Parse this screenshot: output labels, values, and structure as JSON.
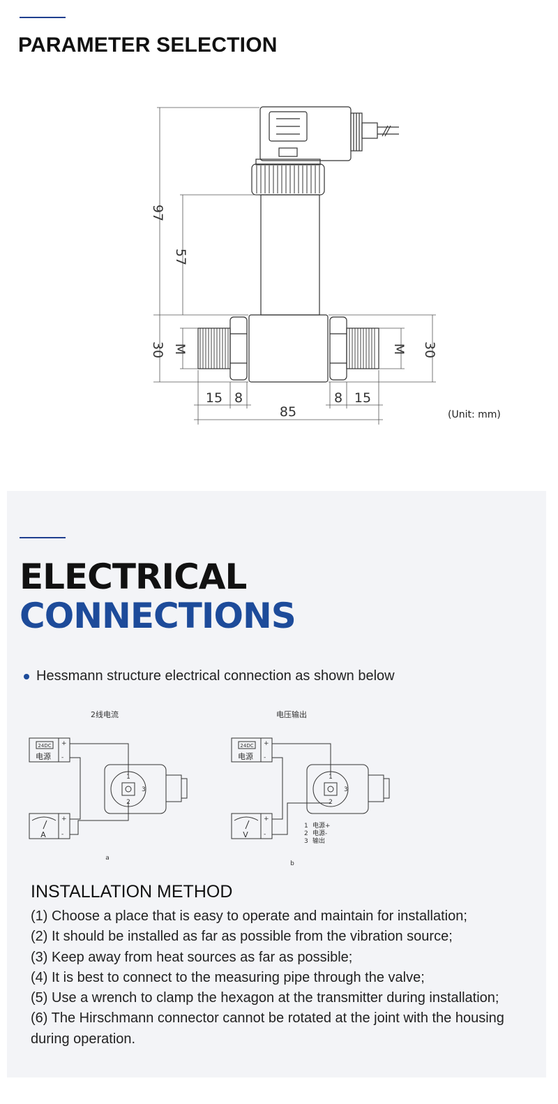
{
  "section1": {
    "title": "PARAMETER SELECTION",
    "unit_note": "(Unit: mm)",
    "dimensions": {
      "total_height": "97",
      "body_height": "57",
      "port_left": "30",
      "port_right": "30",
      "thread_left": "M",
      "thread_right": "M",
      "width_15_left": "15",
      "width_8_left": "8",
      "width_8_right": "8",
      "width_15_right": "15",
      "total_width": "85"
    }
  },
  "section2": {
    "title_line1": "ELECTRICAL",
    "title_line2": "CONNECTIONS",
    "bullet": "Hessmann structure electrical connection as shown below",
    "diagram_a": {
      "title": "2线电流",
      "supply_display": "24DC",
      "supply_label": "电源",
      "meter_label": "A",
      "plus": "+",
      "minus": "-",
      "pin1": "1",
      "pin2": "2",
      "pin3": "3",
      "caption": "a"
    },
    "diagram_b": {
      "title": "电压输出",
      "supply_display": "24DC",
      "supply_label": "电源",
      "meter_label": "V",
      "plus": "+",
      "minus": "-",
      "pin1": "1",
      "pin2": "2",
      "pin3": "3",
      "legend": [
        {
          "num": "1",
          "text": "电源+"
        },
        {
          "num": "2",
          "text": "电源-"
        },
        {
          "num": "3",
          "text": "输出"
        }
      ],
      "caption": "b"
    },
    "accent_color": "#1d4b9a"
  },
  "installation": {
    "title": "INSTALLATION METHOD",
    "items": [
      "(1) Choose a place that is easy to operate and maintain for installation;",
      "(2) It should be installed as far as possible from the vibration source;",
      "(3) Keep away from heat sources as far as possible;",
      "(4) It is best to connect to the measuring pipe through the valve;",
      "(5) Use a wrench to clamp the hexagon at the transmitter during installation;",
      "(6) The Hirschmann connector cannot be rotated at the joint with the housing during operation."
    ]
  }
}
